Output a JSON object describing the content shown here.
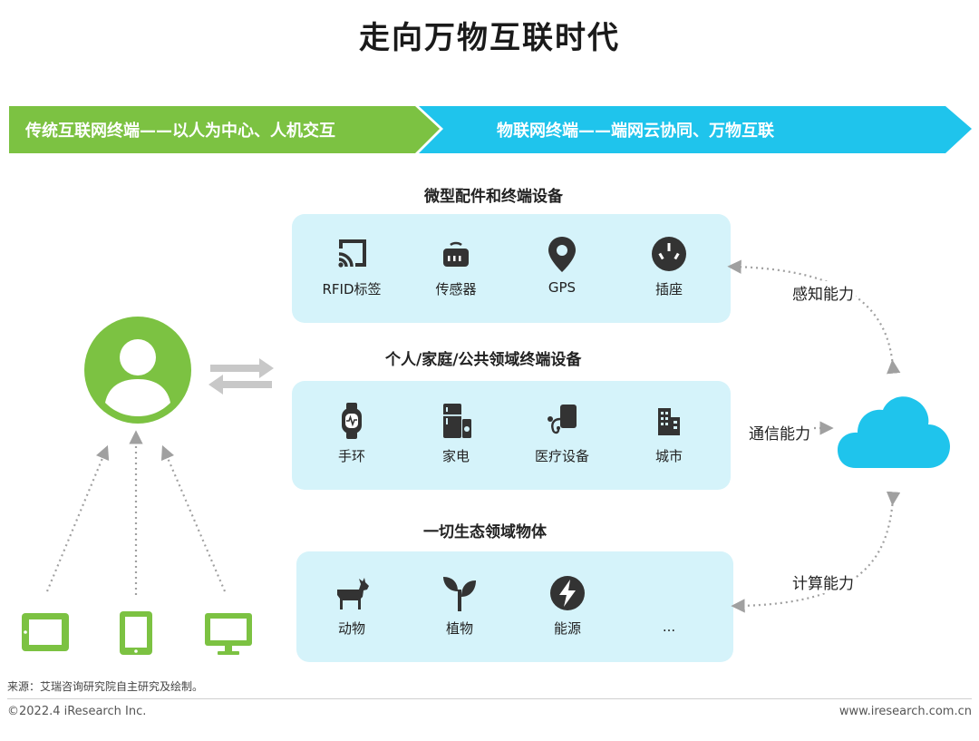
{
  "title": "走向万物互联时代",
  "banner": {
    "left_label": "传统互联网终端——以人为中心、人机交互",
    "right_label": "物联网终端——端网云协同、万物互联",
    "left_color": "#7cc242",
    "right_color": "#1fc4ec"
  },
  "sections": [
    {
      "title": "微型配件和终端设备",
      "items": [
        {
          "icon": "rfid-tag-icon",
          "label": "RFID标签"
        },
        {
          "icon": "sensor-icon",
          "label": "传感器"
        },
        {
          "icon": "gps-pin-icon",
          "label": "GPS"
        },
        {
          "icon": "power-socket-icon",
          "label": "插座"
        }
      ]
    },
    {
      "title": "个人/家庭/公共领域终端设备",
      "items": [
        {
          "icon": "wristband-icon",
          "label": "手环"
        },
        {
          "icon": "appliance-icon",
          "label": "家电"
        },
        {
          "icon": "medical-device-icon",
          "label": "医疗设备"
        },
        {
          "icon": "city-building-icon",
          "label": "城市"
        }
      ]
    },
    {
      "title": "一切生态领域物体",
      "items": [
        {
          "icon": "goat-icon",
          "label": "动物"
        },
        {
          "icon": "plant-sprout-icon",
          "label": "植物"
        },
        {
          "icon": "energy-bolt-icon",
          "label": "能源"
        },
        {
          "icon": "",
          "label": "..."
        }
      ]
    }
  ],
  "capabilities": {
    "sensing": "感知能力",
    "communication": "通信能力",
    "computing": "计算能力"
  },
  "colors": {
    "panel_bg": "#d5f3fa",
    "icon_dark": "#333333",
    "green": "#7cc242",
    "cloud": "#1fc4ec",
    "arrow_gray": "#c8c8c8"
  },
  "footer": {
    "source": "来源：艾瑞咨询研究院自主研究及绘制。",
    "copyright": "©2022.4 iResearch Inc.",
    "website": "www.iresearch.com.cn"
  }
}
